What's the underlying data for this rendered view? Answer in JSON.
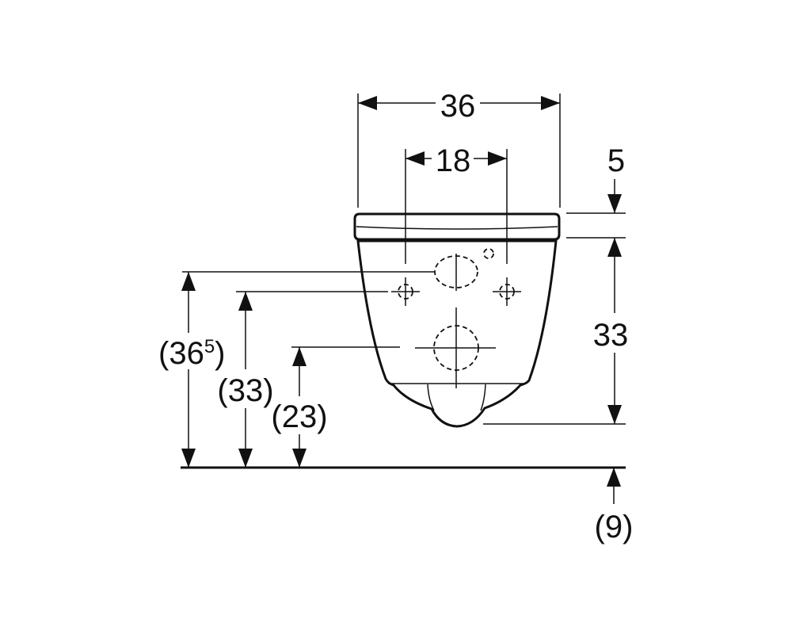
{
  "drawing": {
    "title": "Wall-hung WC dimension drawing",
    "dimensions": {
      "overall_width": "36",
      "fixing_spacing": "18",
      "seat_thickness": "5",
      "bowl_height": "33",
      "fixing_height_outer": "(36",
      "fixing_height_outer_sup": "5",
      "fixing_height_outer_close": ")",
      "fixing_height_inner": "(33)",
      "outlet_height": "(23)",
      "below_floor": "(9)"
    },
    "colors": {
      "line": "#111111",
      "background": "#ffffff"
    }
  }
}
